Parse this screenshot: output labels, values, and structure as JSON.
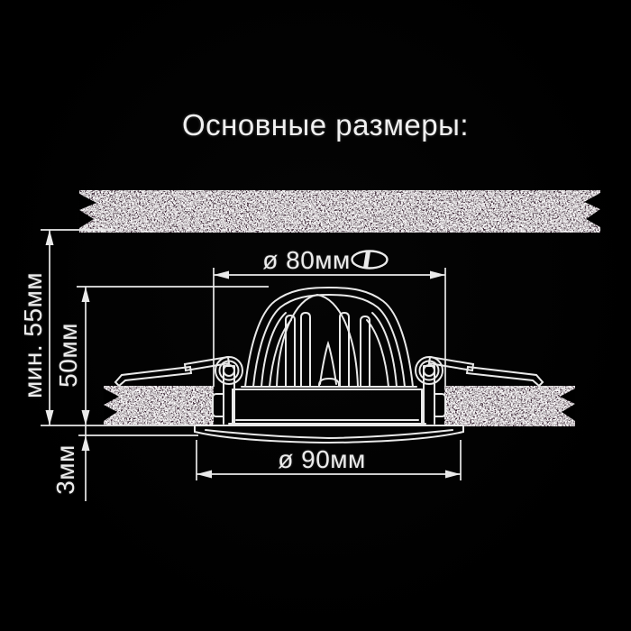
{
  "title": "Основные размеры:",
  "diagram": {
    "subject": "recessed-downlight-cross-section",
    "dimensions": {
      "cutout_diameter": "ø 80мм",
      "min_recess_depth": "мин. 55мм",
      "body_height": "50мм",
      "trim_protrusion": "3мм",
      "outer_diameter": "ø 90мм"
    },
    "icons": {
      "cutout_hole": "oval-hole-cutout-icon"
    },
    "colors": {
      "background": "#000000",
      "line": "#e9e9e9",
      "text": "#ececec"
    }
  }
}
